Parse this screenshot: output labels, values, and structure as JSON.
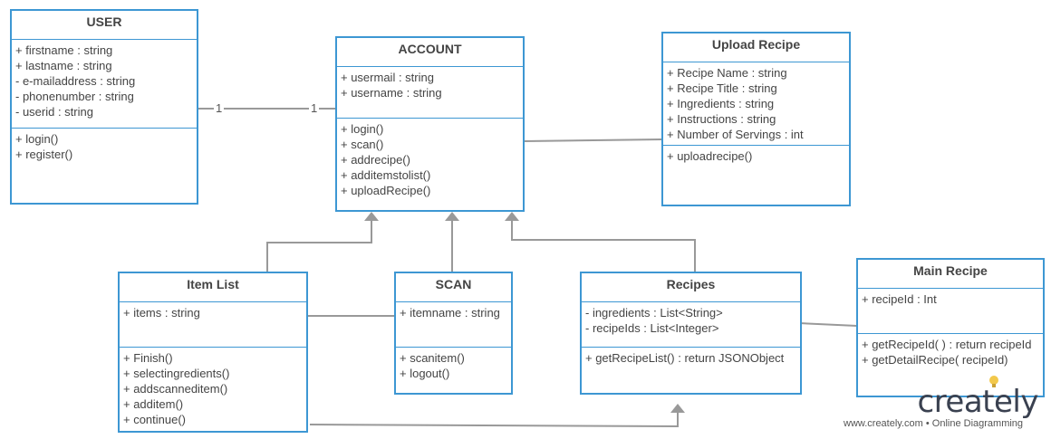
{
  "classes": {
    "user": {
      "title": "USER",
      "attributes": [
        "+ firstname : string",
        "+ lastname : string",
        "- e-mailaddress : string",
        "- phonenumber : string",
        "- userid : string"
      ],
      "methods": [
        "+ login()",
        "+ register()"
      ]
    },
    "account": {
      "title": "ACCOUNT",
      "attributes": [
        "+ usermail : string",
        "+ username : string"
      ],
      "methods": [
        "+ login()",
        "+ scan()",
        "+ addrecipe()",
        "+ additemstolist()",
        "+ uploadRecipe()"
      ]
    },
    "upload_recipe": {
      "title": "Upload Recipe",
      "attributes": [
        "+ Recipe Name : string",
        "+ Recipe Title : string",
        "+ Ingredients : string",
        "+ Instructions : string",
        "+ Number of Servings : int"
      ],
      "methods": [
        "+ uploadrecipe()"
      ]
    },
    "item_list": {
      "title": "Item List",
      "attributes": [
        "+ items : string"
      ],
      "methods": [
        "+ Finish()",
        "+ selectingredients()",
        "+ addscanneditem()",
        "+ additem()",
        "+ continue()"
      ]
    },
    "scan": {
      "title": "SCAN",
      "attributes": [
        "+ itemname : string"
      ],
      "methods": [
        "+ scanitem()",
        "+ logout()"
      ]
    },
    "recipes": {
      "title": "Recipes",
      "attributes": [
        "- ingredients : List<String>",
        "- recipeIds : List<Integer>"
      ],
      "methods": [
        "+ getRecipeList() : return JSONObject"
      ]
    },
    "main_recipe": {
      "title": "Main Recipe",
      "attributes": [
        "+ recipeId : Int"
      ],
      "methods": [
        "+ getRecipeId( ) : return recipeId",
        "+ getDetailRecipe( recipeId)"
      ]
    }
  },
  "multiplicity": {
    "user_end": "1",
    "account_end": "1"
  },
  "branding": {
    "logo": "creately",
    "tagline": "www.creately.com • Online Diagramming"
  },
  "colors": {
    "border": "#3d97d3",
    "line": "#999999",
    "text": "#444444"
  }
}
